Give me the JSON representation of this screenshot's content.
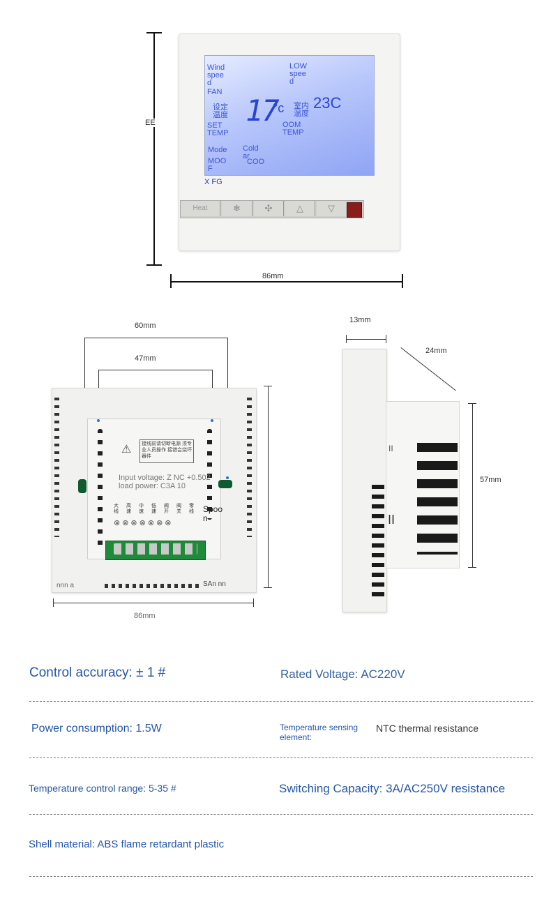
{
  "front": {
    "height_label": "EE",
    "width_label": "86mm",
    "lcd": {
      "wind_speed": "Wind spee d",
      "fan": "FAN",
      "set_temp_cn": "设定 温度",
      "set_temp": "SET TEMP",
      "mode": "Mode",
      "moo": "MOO F",
      "cold": "Cold ar",
      "coo": "COO",
      "low_speed": "LOW spee d",
      "set_value": "17",
      "set_unit": "°c",
      "room_temp_cn": "室内 温度",
      "room_temp": "OOM TEMP",
      "room_value": "23C",
      "fg_label": "X FG"
    },
    "buttons": [
      {
        "icon": "power-icon",
        "glyph": "Heat"
      },
      {
        "icon": "snowflake-icon",
        "glyph": "❄"
      },
      {
        "icon": "fan-icon",
        "glyph": "✣"
      },
      {
        "icon": "up-icon",
        "glyph": "△"
      },
      {
        "icon": "down-icon",
        "glyph": "▽"
      }
    ]
  },
  "back": {
    "outer_width": "60mm",
    "inner_width": "47mm",
    "bottom_width": "86mm",
    "warning_cn": "接线前请切断电源 须专业人员操作 接错会烧坏器件",
    "input_voltage": "Input voltage: Z NC +0.502 load power: C3A 10",
    "spoon": "Spoo n",
    "terminal_cn": [
      "大 线",
      "高 速",
      "中 速",
      "低 速",
      "阀 开",
      "阀 关",
      "零 线"
    ],
    "bottom_left": "nnn a",
    "bottom_right": "SAn nn"
  },
  "side": {
    "thickness": "13mm",
    "depth": "24mm",
    "height": "57mm"
  },
  "specs": [
    {
      "left": "Control accuracy: ± 1 #",
      "right_label": "Rated Voltage: AC220V",
      "right_value": ""
    },
    {
      "left": "Power consumption: 1.5W",
      "right_label": "Temperature sensing element:",
      "right_value": "NTC thermal resistance"
    },
    {
      "left": "Temperature control range: 5-35 #",
      "right_label": "Switching Capacity: 3A/AC250V resistance",
      "right_value": ""
    },
    {
      "left": "Shell material: ABS flame retardant plastic",
      "right_label": "",
      "right_value": ""
    }
  ]
}
